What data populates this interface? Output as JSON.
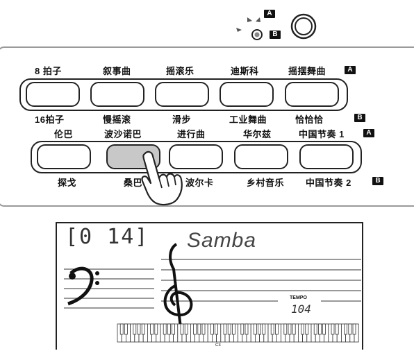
{
  "indicator": {
    "badge_a": "A",
    "badge_b": "B"
  },
  "row1": {
    "top_labels": [
      "8 拍子",
      "叙事曲",
      "摇滚乐",
      "迪斯科",
      "摇摆舞曲"
    ],
    "bottom_labels": [
      "16拍子",
      "慢摇滚",
      "滑步",
      "工业舞曲",
      "恰恰恰"
    ],
    "badge_top": "A",
    "badge_bottom": "B"
  },
  "row2": {
    "top_labels": [
      "伦巴",
      "波沙诺巴",
      "进行曲",
      "华尔兹",
      "中国节奏 1"
    ],
    "bottom_labels": [
      "探戈",
      "桑巴",
      "波尔卡",
      "乡村音乐",
      "中国节奏 2"
    ],
    "badge_top": "A",
    "badge_bottom": "B"
  },
  "lcd": {
    "number": "[0 14]",
    "style_name": "Samba",
    "tempo_label": "TEMPO",
    "tempo_value": "104",
    "key_label": "C3"
  }
}
